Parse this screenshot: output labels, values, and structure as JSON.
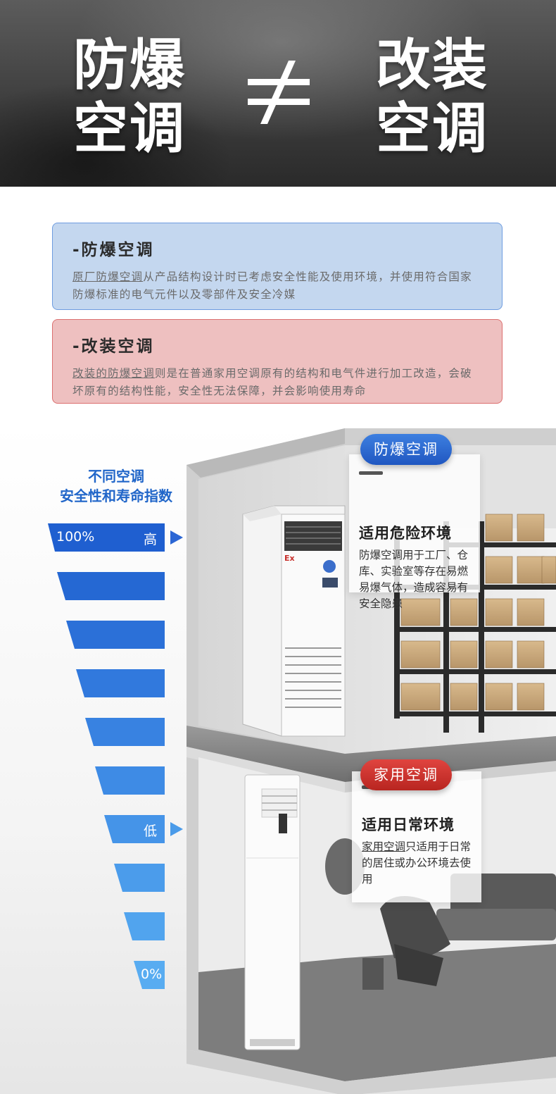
{
  "banner": {
    "left_word_line1": "防爆",
    "left_word_line2": "空调",
    "right_word_line1": "改装",
    "right_word_line2": "空调",
    "symbol": "≠"
  },
  "cards": {
    "explosion_proof": {
      "title": "-防爆空调",
      "text_underlined": "原厂防爆空调",
      "text_rest": "从产品结构设计时已考虑安全性能及使用环境，并使用符合国家防爆标准的电气元件以及零部件及安全冷媒"
    },
    "modified": {
      "title": "-改装空调",
      "text_underlined": "改装的防爆空调",
      "text_rest": "则是在普通家用空调原有的结构和电气件进行加工改造，会破坏原有的结构性能，安全性无法保障，并会影响使用寿命"
    }
  },
  "index": {
    "title_line1": "不同空调",
    "title_line2": "安全性和寿命指数",
    "label_100": "100%",
    "label_high": "高",
    "label_low": "低",
    "label_0": "0%"
  },
  "upper_floor": {
    "tag": "防爆空调",
    "heading": "适用危险环境",
    "description": "防爆空调用于工厂、仓库、实验室等存在易燃易爆气体，造成容易有安全隐患",
    "unit_mark": "Ex"
  },
  "lower_floor": {
    "tag": "家用空调",
    "heading": "适用日常环境",
    "text_underlined": "家用空调",
    "text_rest": "只适用于日常的居住或办公环境去使用"
  },
  "colors": {
    "banner_dark": "#3e3e3e",
    "card_blue_bg": "#c4d7ef",
    "card_blue_border": "#6e9ce0",
    "card_red_bg": "#eec0c0",
    "card_red_border": "#dc7070",
    "accent_blue": "#2166c9",
    "tag_red": "#c8302b"
  }
}
